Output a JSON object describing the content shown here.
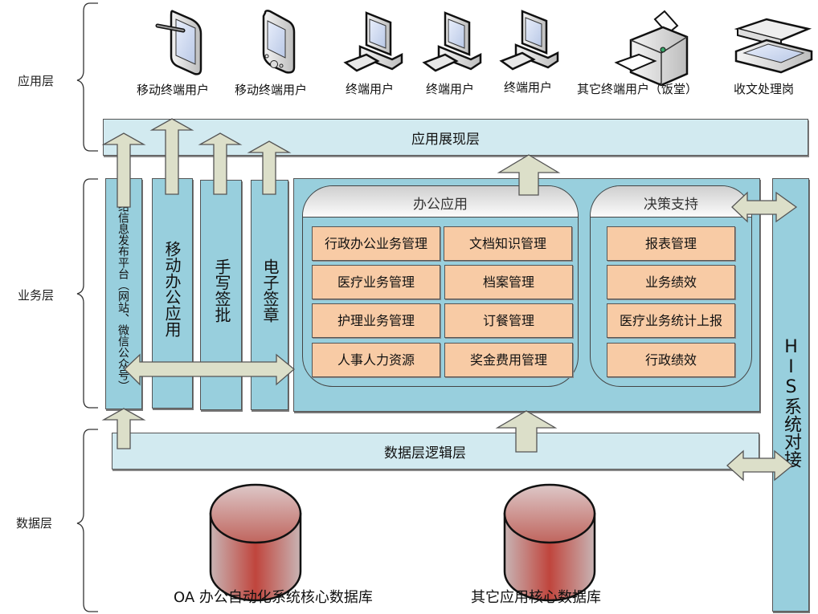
{
  "layers": {
    "application": "应用层",
    "business": "业务层",
    "data": "数据层"
  },
  "devices": [
    {
      "icon": "tablet-stylus-icon",
      "label": "移动终端用户"
    },
    {
      "icon": "pda-icon",
      "label": "移动终端用户"
    },
    {
      "icon": "desktop-computer-icon",
      "label": "终端用户"
    },
    {
      "icon": "desktop-computer-icon",
      "label": "终端用户"
    },
    {
      "icon": "desktop-computer-icon",
      "label": "终端用户"
    },
    {
      "icon": "printer-icon",
      "label": "其它终端用户（饭堂）"
    },
    {
      "icon": "scanner-icon",
      "label": "收文处理岗"
    }
  ],
  "presentation_layer": "应用展现层",
  "columns": [
    {
      "label": "网络信息发布平台（网站、微信公众号）"
    },
    {
      "label": "移动办公应用"
    },
    {
      "label": "手写签批"
    },
    {
      "label": "电子签章"
    }
  ],
  "office_apps": {
    "title": "办公应用",
    "items": [
      "行政办公业务管理",
      "文档知识管理",
      "医疗业务管理",
      "档案管理",
      "护理业务管理",
      "订餐管理",
      "人事人力资源",
      "奖金费用管理"
    ]
  },
  "decision_support": {
    "title": "决策支持",
    "items": [
      "报表管理",
      "业务绩效",
      "医疗业务统计上报",
      "行政绩效"
    ]
  },
  "his_integration": "HIS系统对接",
  "data_logic_layer": "数据层逻辑层",
  "databases": [
    {
      "label": "OA 办公自动化系统核心数据库"
    },
    {
      "label": "其它应用核心数据库"
    }
  ],
  "colors": {
    "band_light": "#d2eaf0",
    "band_blue": "#98cfdd",
    "cell_orange": "#f8cba5",
    "arrow_fill": "#dcdfc9",
    "db_red": "#c0453d"
  }
}
